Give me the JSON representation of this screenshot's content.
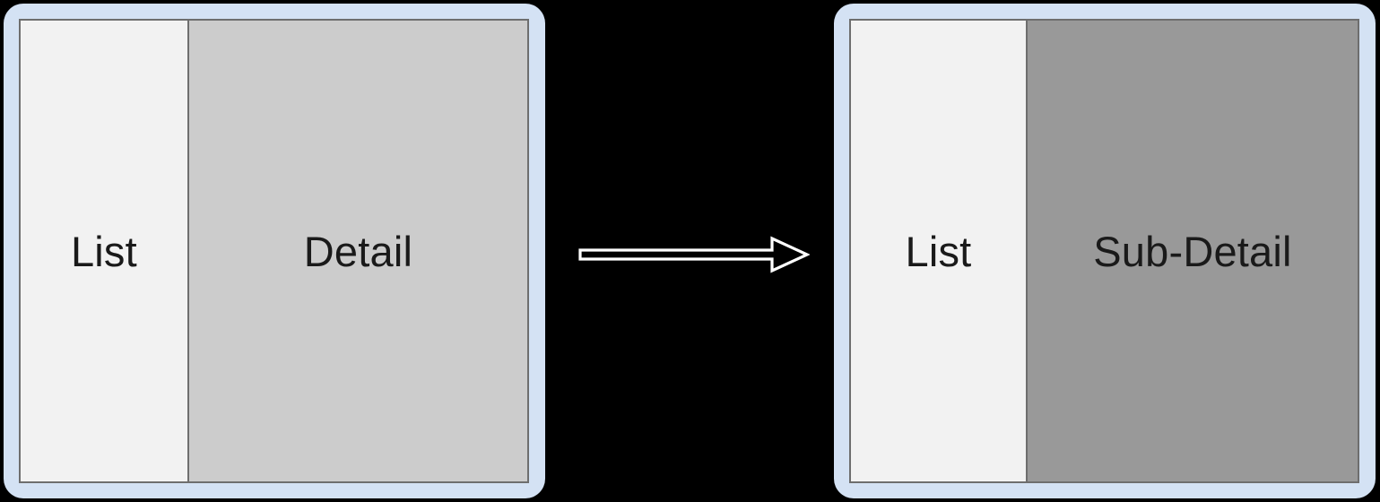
{
  "diagram": {
    "type": "flow",
    "background_color": "#000000",
    "description_title": "Master-detail navigation transition",
    "frames": [
      {
        "id": "before",
        "name": "frame-before",
        "bezel_color": "#d4e2f4",
        "border_color": "#6e6e6e",
        "panes": [
          {
            "id": "list",
            "label": "List",
            "fill": "#f2f2f2"
          },
          {
            "id": "detail",
            "label": "Detail",
            "fill": "#cccccc"
          }
        ]
      },
      {
        "id": "after",
        "name": "frame-after",
        "bezel_color": "#d4e2f4",
        "border_color": "#6e6e6e",
        "panes": [
          {
            "id": "list",
            "label": "List",
            "fill": "#f2f2f2"
          },
          {
            "id": "sub-detail",
            "label": "Sub-Detail",
            "fill": "#999999"
          }
        ]
      }
    ],
    "connector": {
      "id": "transition-arrow",
      "kind": "open-block-arrow",
      "direction": "right",
      "stroke_color": "#ffffff",
      "fill_color": "#000000",
      "label": ""
    }
  }
}
